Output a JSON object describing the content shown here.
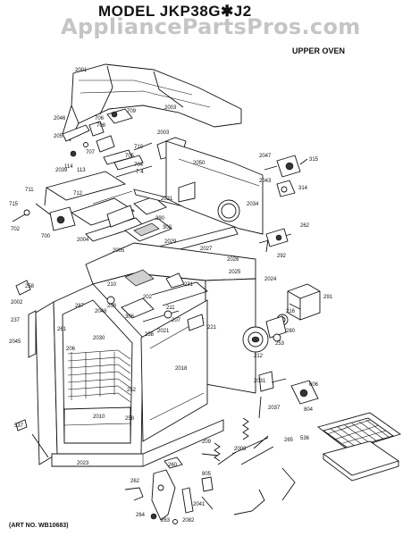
{
  "header": {
    "model_title": "MODEL JKP38G✱J2",
    "watermark": "AppliancePartsPros.com",
    "section": "UPPER OVEN",
    "art_number": "(ART NO. WB10683)"
  },
  "parts": {
    "p2001": "2001",
    "p2046": "2046",
    "p709": "709",
    "p2003": "2003",
    "p706a": "706",
    "p708": "708",
    "p205": "205",
    "p114": "114",
    "p113": "113",
    "p707": "707",
    "p710": "710",
    "p705": "705",
    "p704": "704",
    "p7xx": "7·4",
    "p2003b": "2003",
    "p2050": "2050",
    "p2047": "2047",
    "p315": "315",
    "p2043": "2043",
    "p314": "314",
    "p2039": "2039",
    "p711": "711",
    "p712": "712",
    "p715": "715",
    "p2031": "2031",
    "p2034": "2034",
    "p702": "702",
    "p700": "700",
    "p2004": "2004",
    "p2005": "2005",
    "p290": "290",
    "p300": "300",
    "p2029": "2029",
    "p2027": "2027",
    "p262": "262",
    "p2026": "2026",
    "p2025": "2025",
    "p292": "292",
    "p258": "258",
    "p2002": "2002",
    "p2024": "2024",
    "p291": "291",
    "p210": "210",
    "p202": "202",
    "p231": "231",
    "p237": "237",
    "p2048": "2048",
    "p287": "287",
    "p208": "208",
    "p306": "306",
    "p211": "211",
    "p207": "207",
    "p2045": "2045",
    "p261": "261",
    "p258b": "258",
    "p2021": "2021",
    "p221": "221",
    "p206": "206",
    "p2030": "2030",
    "p216": "216",
    "p280": "280",
    "p253": "253",
    "p212": "212",
    "p2018": "2018",
    "p2031b": "2031",
    "p252": "252",
    "p606": "606",
    "p2037": "2037",
    "p804": "804",
    "p537": "537",
    "p2010": "2010",
    "p258c": "258",
    "p2023": "2023",
    "p265": "265",
    "p536": "536",
    "p209": "209",
    "p2008": "2008",
    "p260": "260",
    "p262b": "262",
    "p805": "805",
    "p2041": "2041",
    "p264": "264",
    "p263": "263",
    "p2082": "2082"
  }
}
